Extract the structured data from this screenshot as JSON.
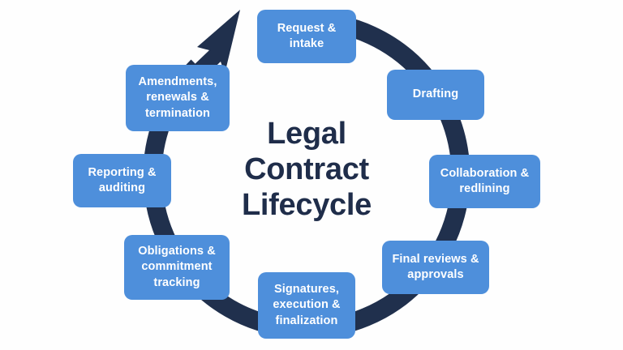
{
  "diagram": {
    "type": "cycle",
    "background_color": "#fefefe",
    "ring_color": "#20304d",
    "node_color": "#4e8fdb",
    "node_text_color": "#ffffff",
    "title_color": "#1f2d4a",
    "direction": "clockwise",
    "center_title": "Legal\nContract\nLifecycle",
    "nodes": [
      {
        "id": "request",
        "label": "Request &\nintake",
        "position": "top"
      },
      {
        "id": "drafting",
        "label": "Drafting",
        "position": "top-right"
      },
      {
        "id": "collab",
        "label": "Collaboration &\nredlining",
        "position": "right"
      },
      {
        "id": "final",
        "label": "Final reviews &\napprovals",
        "position": "bottom-right"
      },
      {
        "id": "signatures",
        "label": "Signatures,\nexecution &\nfinalization",
        "position": "bottom"
      },
      {
        "id": "obligations",
        "label": "Obligations &\ncommitment\ntracking",
        "position": "bottom-left"
      },
      {
        "id": "reporting",
        "label": "Reporting &\nauditing",
        "position": "left"
      },
      {
        "id": "amendments",
        "label": "Amendments,\nrenewals &\ntermination",
        "position": "top-left"
      }
    ],
    "arrow": {
      "name": "cycle-arrowhead",
      "position": "top-left",
      "points": "up-right"
    }
  }
}
